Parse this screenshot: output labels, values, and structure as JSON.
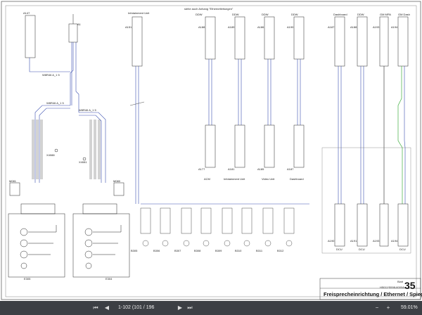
{
  "window_title": "Freisprecheinrichtung / Ethernet / Spiegel",
  "diagram": {
    "top_labels": {
      "left_connector": "A147",
      "infotainment": "Infotainment Unit",
      "note": "siehe auch Anhang \"Ethernetleitungen\"",
      "ddw1": "DDW",
      "ddw2": "DDW",
      "ddw3": "DDW",
      "ddw4": "DDW",
      "dashboard": "Dashboard",
      "ddw5": "DDW",
      "gm_mpa": "GM MPA",
      "gm_dash": "GM Dash"
    },
    "top_components": [
      "A151",
      "A188",
      "A189",
      "A186",
      "A190",
      "A187",
      "A188",
      "A193",
      "A194"
    ],
    "bottom_components": [
      "A177",
      "A181",
      "A185",
      "A187"
    ],
    "bottom_component_names": [
      "ACM",
      "Infotainment Unit",
      "Video Unit",
      "Dashboard"
    ],
    "modules_left": [
      "M081",
      "M080"
    ],
    "mid_components": [
      "X4088",
      "X4081"
    ],
    "speakers": [
      "B305",
      "B306",
      "B307",
      "B308",
      "B309",
      "B310",
      "B311",
      "B312"
    ],
    "right_components": [
      "A190",
      "A191",
      "A193",
      "A194"
    ],
    "right_component_names": [
      "DCU",
      "DCU",
      "",
      "DCU"
    ],
    "bottom_left": [
      "E305",
      "E304"
    ]
  },
  "title_block": {
    "sheet_label": "Blatt",
    "page_no": "35",
    "doc_id": "H5011*5598-6000A",
    "title": "Freisprecheinrichtung / Ethernet / Spiegel"
  },
  "statusbar": {
    "first_label": "⏮",
    "prev_label": "◀",
    "page_field": "1-102 (101 / 196",
    "next_label": "▶",
    "last_label": "⏭",
    "zoom_out_label": "−",
    "zoom_in_label": "+",
    "zoom": "59.01%"
  }
}
